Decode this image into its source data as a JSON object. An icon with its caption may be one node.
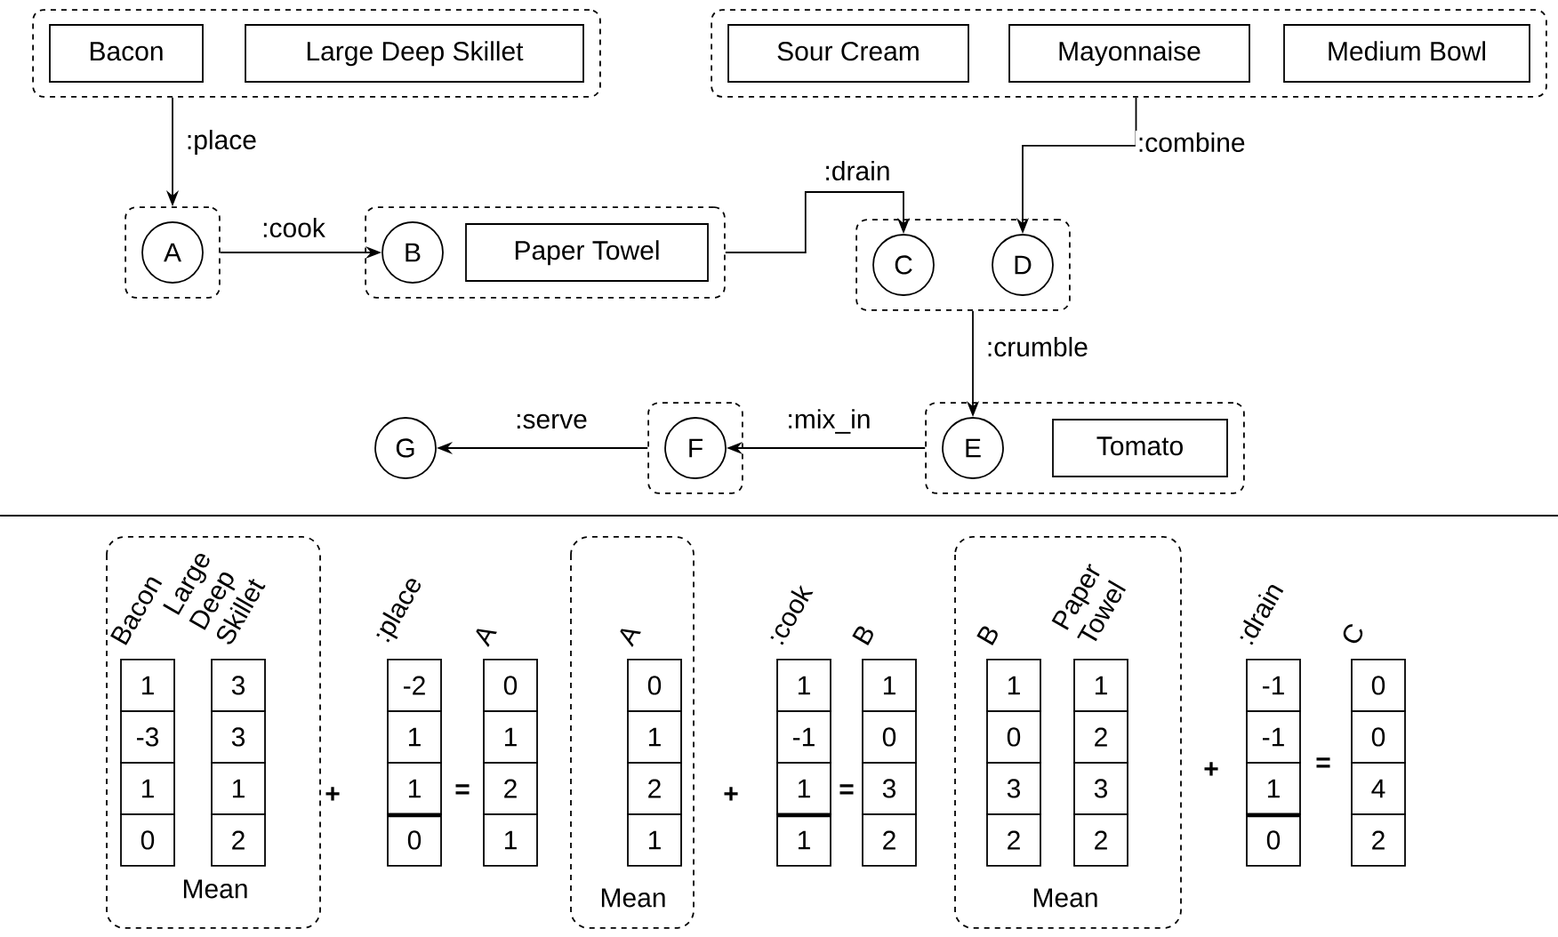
{
  "diagram": {
    "nodes": [
      {
        "text": [],
        "shape": "box"
      },
      {
        "text": [
          "Bacon"
        ],
        "in": 0
      },
      {
        "text": [
          "Large Deep Skillet"
        ],
        "in": 0
      },
      {
        "text": [],
        "shape": "box"
      },
      {
        "text": [
          "Sour Cream"
        ],
        "in": 3
      },
      {
        "text": [
          "Mayonnaise"
        ],
        "in": 3
      },
      {
        "text": [
          "Medium Bowl"
        ],
        "in": 3
      },
      {
        "text": [],
        "shape": "box"
      },
      {
        "text": [
          "A"
        ],
        "in": 7
      },
      {
        "text": [],
        "shape": "box"
      },
      {
        "text": [
          "B"
        ],
        "in": 9
      },
      {
        "text": [
          "Paper Towel"
        ],
        "in": 9
      },
      {
        "text": [],
        "shape": "box"
      },
      {
        "text": [
          "C"
        ],
        "in": 12
      },
      {
        "text": [
          "D"
        ],
        "in": 12
      },
      {
        "text": [],
        "shape": "box"
      },
      {
        "text": [
          "E"
        ],
        "in": 15
      },
      {
        "text": [
          "Tomato"
        ],
        "in": 15
      },
      {
        "text": [],
        "shape": "box"
      },
      {
        "text": [
          "F"
        ],
        "in": 18
      },
      {
        "text": [
          "G"
        ]
      }
    ],
    "edges": [
      {
        "from": 0,
        "to": 7,
        "arrow": "to",
        "label": ":place"
      },
      {
        "from": 7,
        "to": 10,
        "arrow": "to",
        "label": ":cook"
      },
      {
        "from": 9,
        "to": 13,
        "arrow": "to",
        "label": ":drain"
      },
      {
        "from": 3,
        "to": 14,
        "arrow": "to",
        "label": ":combine"
      },
      {
        "from": 12,
        "to": 16,
        "arrow": "to",
        "label": ":crumble"
      },
      {
        "from": 15,
        "to": 19,
        "arrow": "to",
        "label": ":mix_in"
      },
      {
        "from": 18,
        "to": 20,
        "arrow": "to",
        "label": ":serve"
      }
    ],
    "labels": [
      "Bacon",
      "1",
      "-3",
      "1",
      "0",
      "Large Deep Skillet",
      "3",
      "3",
      "1",
      "2",
      ":place",
      "-2",
      "1",
      "1",
      "0",
      "A",
      "0",
      "1",
      "2",
      "1",
      "A",
      "0",
      "1",
      "2",
      "1",
      ":cook",
      "1",
      "-1",
      "1",
      "1",
      "B",
      "1",
      "0",
      "3",
      "2",
      "B",
      "1",
      "0",
      "3",
      "2",
      "Paper Towel",
      "1",
      "2",
      "3",
      "2",
      ":drain",
      "-1",
      "-1",
      "1",
      "0",
      "C",
      "0",
      "0",
      "4",
      "2",
      "+",
      "=",
      "+",
      "=",
      "+",
      "=",
      "Mean",
      "Mean",
      "Mean"
    ]
  }
}
